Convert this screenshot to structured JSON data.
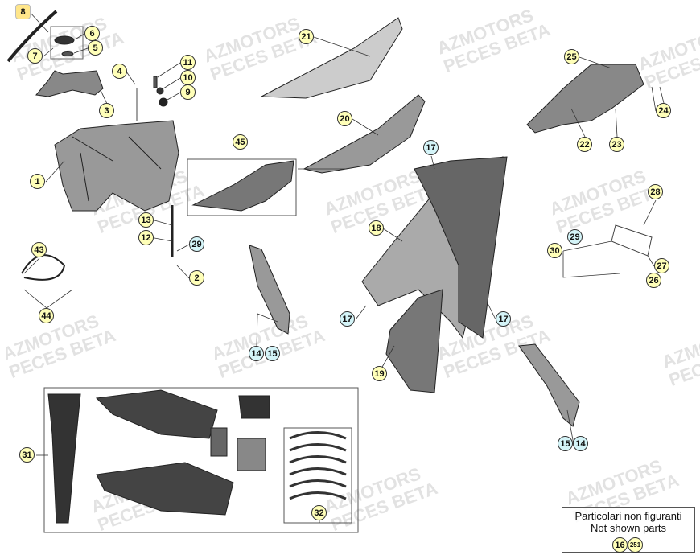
{
  "watermark": {
    "line1": "AZMOTORS",
    "line2": "PECES BETA"
  },
  "callouts": [
    {
      "n": "8",
      "style": "square"
    },
    {
      "n": "6",
      "style": "yellow"
    },
    {
      "n": "5",
      "style": "yellow"
    },
    {
      "n": "7",
      "style": "yellow"
    },
    {
      "n": "4",
      "style": "yellow"
    },
    {
      "n": "11",
      "style": "yellow"
    },
    {
      "n": "10",
      "style": "yellow"
    },
    {
      "n": "9",
      "style": "yellow"
    },
    {
      "n": "3",
      "style": "yellow"
    },
    {
      "n": "21",
      "style": "yellow"
    },
    {
      "n": "25",
      "style": "yellow"
    },
    {
      "n": "24",
      "style": "yellow"
    },
    {
      "n": "22",
      "style": "yellow"
    },
    {
      "n": "23",
      "style": "yellow"
    },
    {
      "n": "20",
      "style": "yellow"
    },
    {
      "n": "45",
      "style": "yellow"
    },
    {
      "n": "17",
      "style": "cyan"
    },
    {
      "n": "1",
      "style": "yellow"
    },
    {
      "n": "13",
      "style": "yellow"
    },
    {
      "n": "12",
      "style": "yellow"
    },
    {
      "n": "29",
      "style": "cyan"
    },
    {
      "n": "2",
      "style": "yellow"
    },
    {
      "n": "28",
      "style": "yellow"
    },
    {
      "n": "18",
      "style": "yellow"
    },
    {
      "n": "29",
      "style": "cyan"
    },
    {
      "n": "30",
      "style": "yellow"
    },
    {
      "n": "27",
      "style": "yellow"
    },
    {
      "n": "26",
      "style": "yellow"
    },
    {
      "n": "43",
      "style": "yellow"
    },
    {
      "n": "44",
      "style": "yellow"
    },
    {
      "n": "17",
      "style": "cyan"
    },
    {
      "n": "17",
      "style": "cyan"
    },
    {
      "n": "14",
      "style": "cyan"
    },
    {
      "n": "15",
      "style": "cyan"
    },
    {
      "n": "19",
      "style": "yellow"
    },
    {
      "n": "15",
      "style": "cyan"
    },
    {
      "n": "14",
      "style": "cyan"
    },
    {
      "n": "31",
      "style": "yellow"
    },
    {
      "n": "32",
      "style": "yellow"
    }
  ],
  "not_shown": {
    "line1": "Particolari non figuranti",
    "line2": "Not shown parts",
    "refs": [
      "16",
      "251"
    ]
  },
  "colors": {
    "callout_fill": "#ffffb8",
    "callout_cyan": "#d4f4f8",
    "highlight": "#ffe68a"
  }
}
